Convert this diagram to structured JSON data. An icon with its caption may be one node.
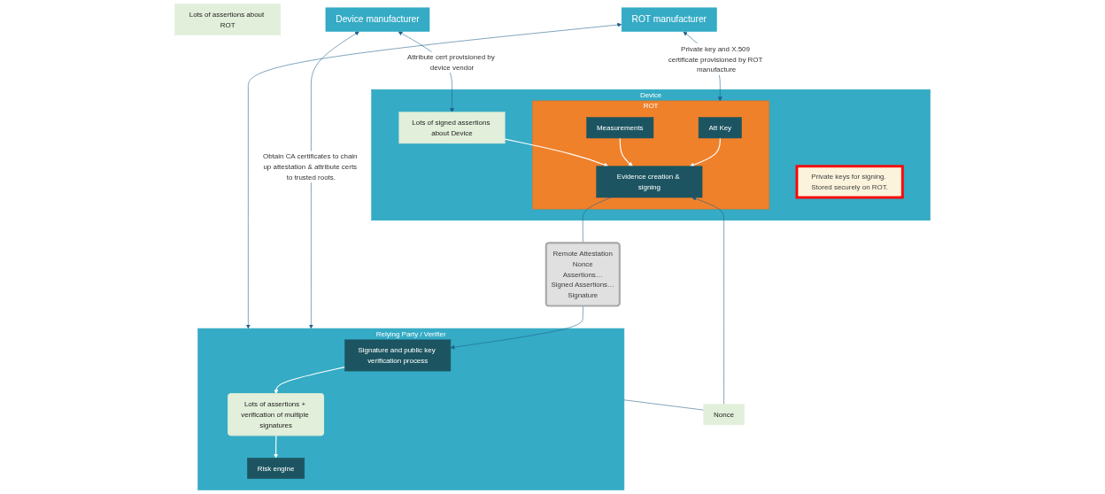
{
  "diagram": {
    "nodes": [
      {
        "text": [
          "Device manufacturer"
        ]
      },
      {
        "text": [
          "ROT manufacturer"
        ]
      },
      {
        "text": [
          "Device"
        ]
      },
      {
        "text": [
          "Lots of signed assertions about Device"
        ],
        "in": 2
      },
      {
        "text": [
          "ROT"
        ],
        "in": 2
      },
      {
        "text": [
          "Att Key"
        ],
        "in": 4
      },
      {
        "text": [
          "Measurements"
        ],
        "in": 4
      },
      {
        "text": [
          "Evidence creation & signing"
        ],
        "in": 4
      },
      {
        "text": [
          "Lots of assertions about ROT"
        ]
      },
      {
        "text": [
          "Nonce"
        ]
      },
      {
        "text": [
          "Remote Attestation",
          "Nonce",
          "Assertions…",
          "Signed Assertions…",
          "Signature"
        ]
      },
      {
        "text": [
          "Relying Party / Verifier"
        ]
      },
      {
        "text": [
          "Signature and public key verification process"
        ],
        "in": 11
      },
      {
        "text": [
          "Lots of assertions + verification of multiple signatures"
        ],
        "in": 11
      },
      {
        "text": [
          "Risk engine"
        ],
        "in": 11
      },
      {
        "text": [
          "Private keys for signing. Stored securely on ROT."
        ],
        "in": 2
      }
    ],
    "edges": [
      {
        "from": 0,
        "to": 3,
        "arrow": "both",
        "label": "Attribute cert provisioned by device vendor"
      },
      {
        "from": 1,
        "to": 4,
        "arrow": "both",
        "label": "Private key and X.509 certificate provisioned by ROT manufacture"
      },
      {
        "from": 0,
        "to": 11,
        "arrow": "both",
        "label": "Obtain CA certificates to chain up attestation & attribute certs to trusted roots."
      },
      {
        "from": 1,
        "to": 11,
        "arrow": "both"
      },
      {
        "from": 5,
        "to": 7,
        "arrow": "to",
        "color": "#ffffff"
      },
      {
        "from": 6,
        "to": 7,
        "arrow": "to",
        "color": "#ffffff"
      },
      {
        "from": 3,
        "to": 7,
        "arrow": "to",
        "color": "#ffffff"
      },
      {
        "from": 11,
        "to": 9,
        "arrow": "none"
      },
      {
        "from": 9,
        "to": 7,
        "arrow": "to"
      },
      {
        "from": 7,
        "to": 10,
        "arrow": "none"
      },
      {
        "from": 10,
        "to": 12,
        "arrow": "to"
      },
      {
        "from": 12,
        "to": 13,
        "arrow": "to",
        "color": "#ffffff"
      },
      {
        "from": 13,
        "to": 14,
        "arrow": "to",
        "color": "#ffffff"
      }
    ]
  }
}
